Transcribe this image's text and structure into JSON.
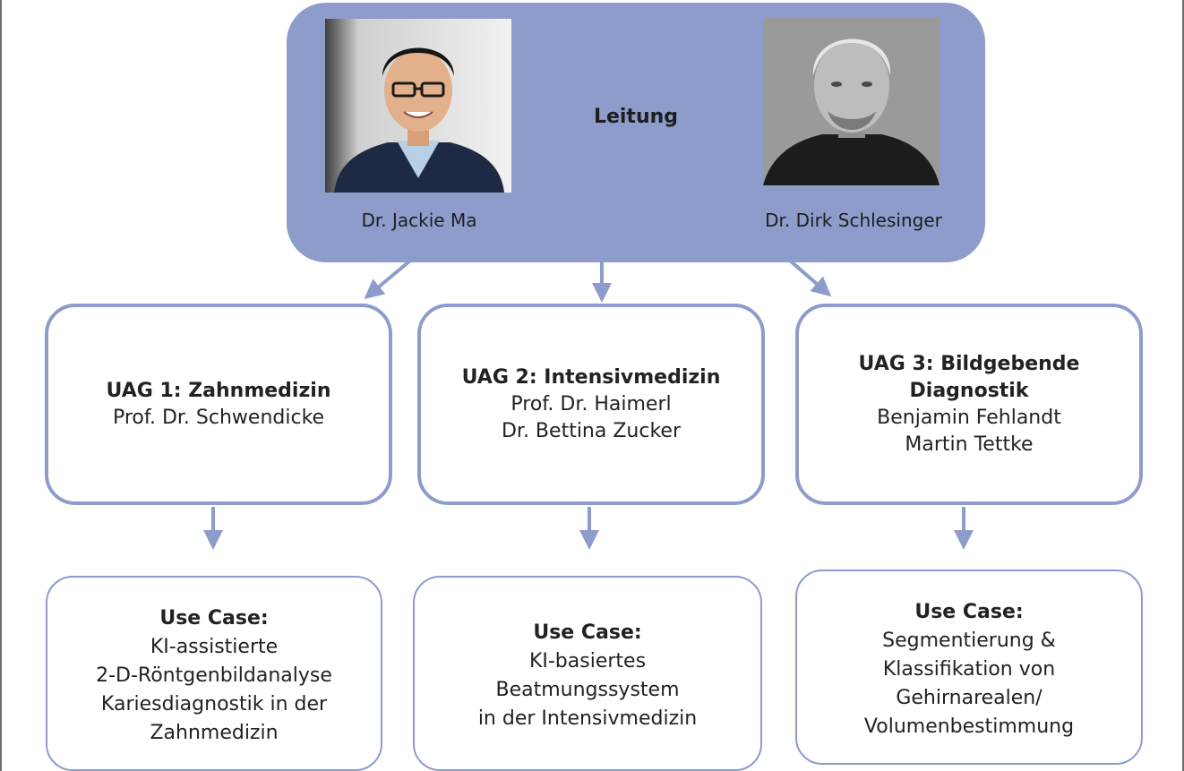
{
  "leitung": {
    "label": "Leitung",
    "persons": [
      {
        "name": "Dr. Jackie Ma"
      },
      {
        "name": "Dr. Dirk Schlesinger"
      }
    ]
  },
  "uags": [
    {
      "title": "UAG 1: Zahnmedizin",
      "lines": [
        "Prof. Dr. Schwendicke"
      ]
    },
    {
      "title": "UAG 2: Intensivmedizin",
      "lines": [
        "Prof. Dr. Haimerl",
        "Dr. Bettina Zucker"
      ]
    },
    {
      "title": "UAG 3: Bildgebende Diagnostik",
      "lines": [
        "Benjamin Fehlandt",
        "Martin Tettke"
      ]
    }
  ],
  "use_cases": [
    {
      "title": "Use Case:",
      "lines": [
        "KI-assistierte",
        "2-D-Röntgenbildanalyse",
        "Kariesdiagnostik in der",
        "Zahnmedizin"
      ]
    },
    {
      "title": "Use Case:",
      "lines": [
        "KI-basiertes",
        "Beatmungssystem",
        "in der Intensivmedizin"
      ]
    },
    {
      "title": "Use Case:",
      "lines": [
        "Segmentierung &",
        "Klassifikation von",
        "Gehirnarealen/",
        "Volumenbestimmung"
      ]
    }
  ],
  "colors": {
    "accent": "#8e9ccb",
    "border": "#8e9ccb",
    "text": "#1e1e1e"
  }
}
